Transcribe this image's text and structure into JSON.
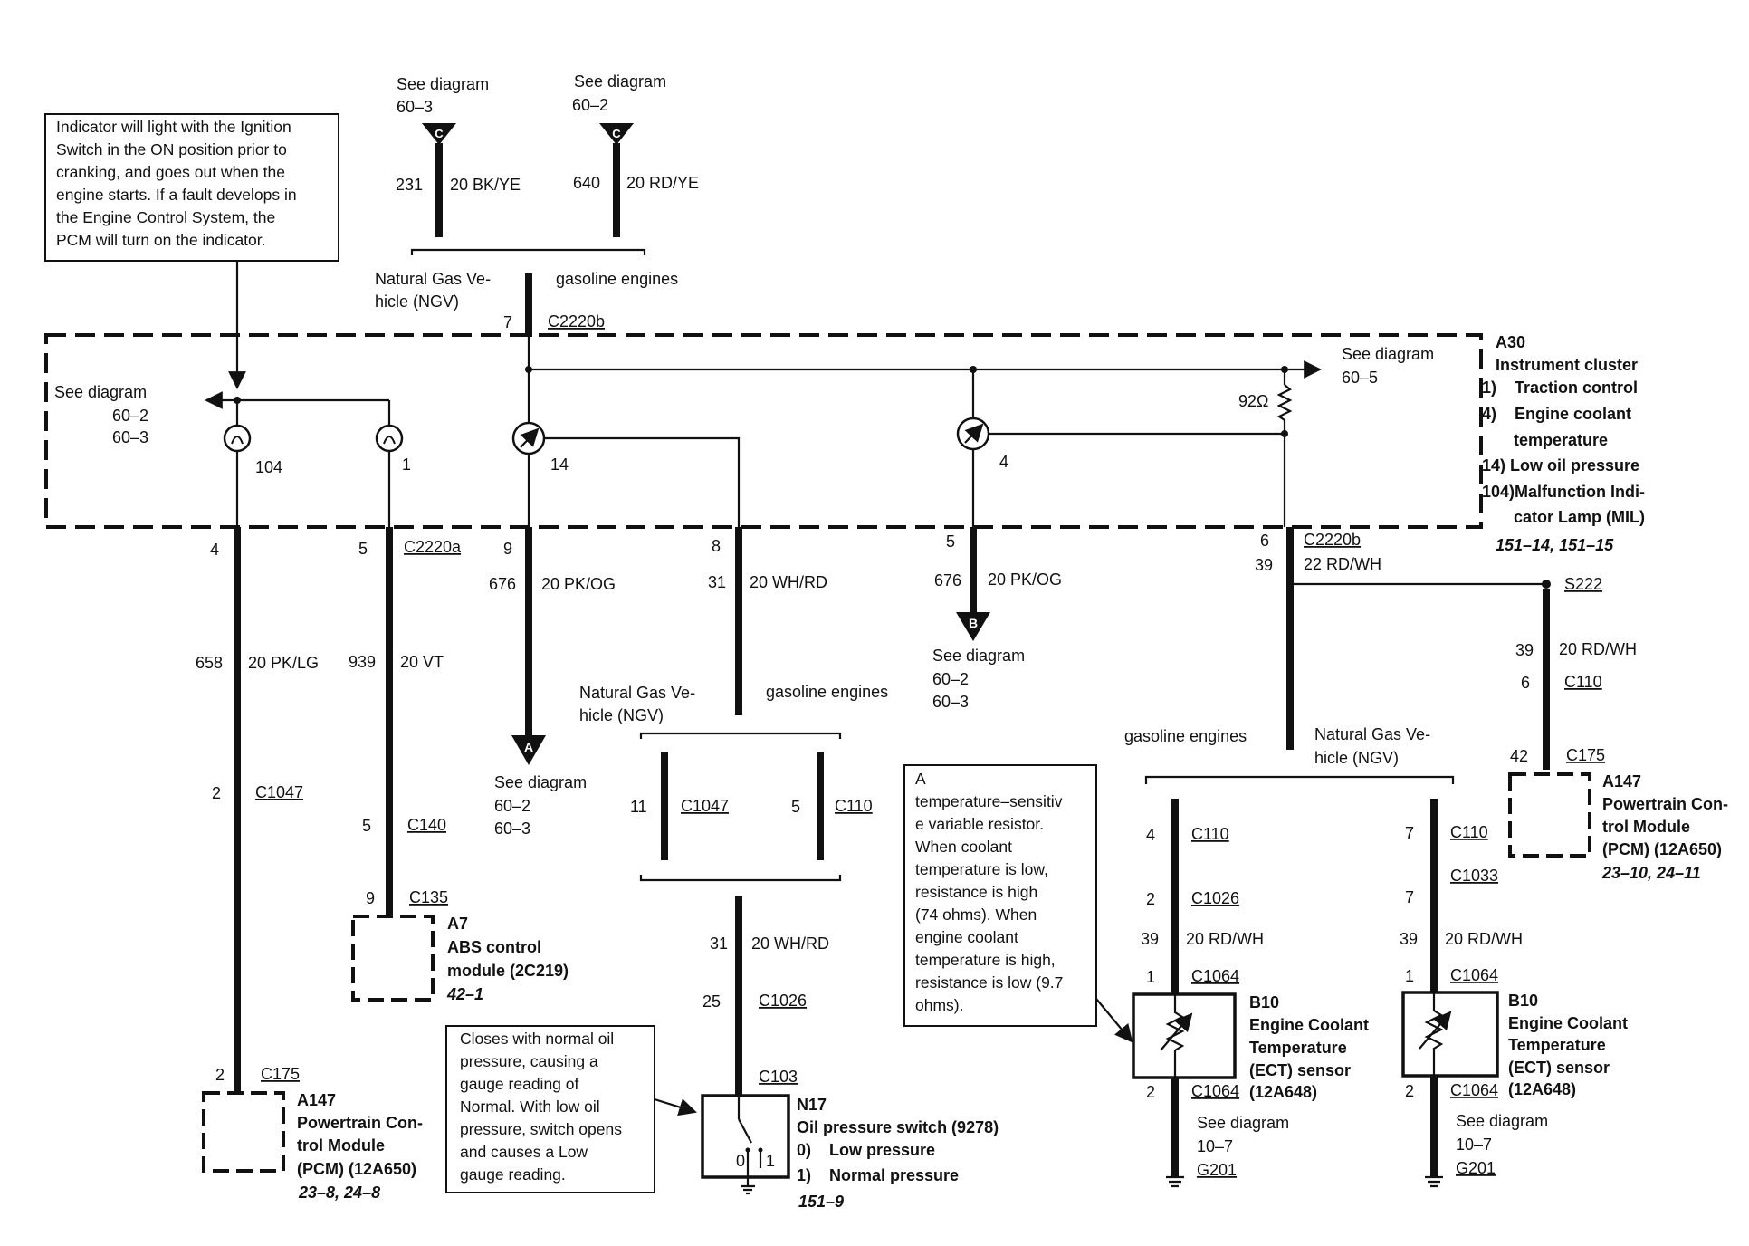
{
  "top_connectors": [
    {
      "see": "See diagram",
      "ref": "60–3",
      "letter": "C",
      "circuit": "231",
      "wire": "20 BK/YE"
    },
    {
      "see": "See diagram",
      "ref": "60–2",
      "letter": "C",
      "circuit": "640",
      "wire": "20 RD/YE"
    }
  ],
  "top_split": {
    "ngv_l1": "Natural Gas Ve-",
    "ngv_l2": "hicle (NGV)",
    "gasoline": "gasoline engines",
    "pin": "7",
    "connector": "C2220b"
  },
  "top_note": [
    "Indicator will light with the Ignition",
    "Switch in the ON position prior to",
    "cranking, and goes out when the",
    "engine starts.  If a fault develops in",
    "the Engine Control System, the",
    "PCM will turn on the indicator."
  ],
  "cluster": {
    "id": "A30",
    "name": "Instrument cluster",
    "items": [
      "1)    Traction control",
      "4)    Engine coolant",
      "       temperature",
      "14) Low oil pressure",
      "104)Malfunction Indi-",
      "       cator Lamp (MIL)"
    ],
    "ref": "151–14, 151–15",
    "left_see": "See diagram",
    "left_ref1": "60–2",
    "left_ref2": "60–3",
    "right_see": "See diagram",
    "right_ref": "60–5",
    "resistor": "92Ω",
    "pin_104": "104",
    "pin_1": "1",
    "pin_14": "14",
    "pin_4": "4"
  },
  "mil_circuit": {
    "pin": "4",
    "circuit": "658",
    "wire": "20 PK/LG",
    "pin2": "2",
    "conn2": "C1047",
    "pin3": "2",
    "conn3": "C175",
    "module_id": "A147",
    "module_l1": "Powertrain Con-",
    "module_l2": "trol Module",
    "module_l3": "(PCM) (12A650)",
    "ref": "23–8, 24–8"
  },
  "abs_circuit": {
    "pin": "5",
    "connector": "C2220a",
    "circuit": "939",
    "wire": "20 VT",
    "pin2": "5",
    "conn2": "C140",
    "pin3": "9",
    "conn3": "C135",
    "module_id": "A7",
    "module_l1": "ABS control",
    "module_l2": "module (2C219)",
    "ref": "42–1"
  },
  "oil_out": {
    "pin": "9",
    "circuit": "676",
    "wire": "20 PK/OG",
    "letter": "A",
    "see": "See diagram",
    "ref1": "60–2",
    "ref2": "60–3"
  },
  "oil_switch": {
    "pin": "8",
    "circuit": "31",
    "wire": "20 WH/RD",
    "ngv_l1": "Natural Gas Ve-",
    "ngv_l2": "hicle (NGV)",
    "gasoline": "gasoline engines",
    "pin_l": "11",
    "conn_l": "C1047",
    "pin_r": "5",
    "conn_r": "C110",
    "circuit2": "31",
    "wire2": "20 WH/RD",
    "pin3": "25",
    "conn3": "C1026",
    "conn4": "C103",
    "id": "N17",
    "name": "Oil pressure switch (9278)",
    "state0": "0)    Low pressure",
    "state1": "1)    Normal pressure",
    "ref": "151–9",
    "sw0": "0",
    "sw1": "1"
  },
  "oil_note": [
    "Closes with normal oil",
    "pressure, causing a",
    "gauge reading of",
    "Normal.  With  low oil",
    "pressure, switch opens",
    "and causes a Low",
    "gauge reading."
  ],
  "temp_out": {
    "pin": "5",
    "circuit": "676",
    "wire": "20 PK/OG",
    "letter": "B",
    "see": "See diagram",
    "ref1": "60–2",
    "ref2": "60–3"
  },
  "ect_circuit": {
    "pin": "6",
    "connector": "C2220b",
    "circuit": "39",
    "wire": "22 RD/WH",
    "splice": "S222",
    "gasoline": "gasoline engines",
    "ngv_l1": "Natural Gas Ve-",
    "ngv_l2": "hicle (NGV)"
  },
  "pcm_right": {
    "circuit": "39",
    "wire": "20 RD/WH",
    "pin": "6",
    "conn": "C110",
    "pin2": "42",
    "conn2": "C175",
    "module_id": "A147",
    "module_l1": "Powertrain Con-",
    "module_l2": "trol Module",
    "module_l3": "(PCM) (12A650)",
    "ref": "23–10, 24–11"
  },
  "resistor_note": [
    "A",
    "temperature–sensitiv",
    "e variable resistor.",
    "When coolant",
    "temperature is low,",
    "resistance is high",
    "(74 ohms).  When",
    "engine coolant",
    "temperature is high,",
    "resistance is low (9.7",
    "ohms)."
  ],
  "ect_gas": {
    "pin1": "4",
    "conn1": "C110",
    "pin2": "2",
    "conn2": "C1026",
    "circuit": "39",
    "wire": "20 RD/WH",
    "pin3": "1",
    "conn3": "C1064",
    "pin4": "2",
    "conn4": "C1064",
    "id": "B10",
    "l1": "Engine Coolant",
    "l2": "Temperature",
    "l3": "(ECT) sensor",
    "l4": "(12A648)",
    "see": "See diagram",
    "ref": "10–7",
    "ground": "G201"
  },
  "ect_ngv": {
    "pin1": "7",
    "conn1": "C110",
    "pin2": "7",
    "conn2": "C1033",
    "circuit": "39",
    "wire": "20 RD/WH",
    "pin3": "1",
    "conn3": "C1064",
    "pin4": "2",
    "conn4": "C1064",
    "id": "B10",
    "l1": "Engine Coolant",
    "l2": "Temperature",
    "l3": "(ECT) sensor",
    "l4": "(12A648)",
    "see": "See diagram",
    "ref": "10–7",
    "ground": "G201"
  }
}
